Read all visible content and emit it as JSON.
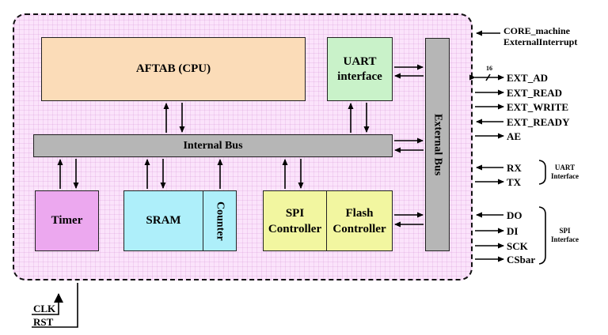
{
  "blocks": {
    "cpu": "AFTAB (CPU)",
    "uart_line1": "UART",
    "uart_line2": "interface",
    "internal_bus": "Internal Bus",
    "external_bus": "External Bus",
    "timer": "Timer",
    "sram": "SRAM",
    "counter": "Counter",
    "spi_line1": "SPI",
    "spi_line2": "Controller",
    "flash_line1": "Flash",
    "flash_line2": "Controller"
  },
  "signals": {
    "core_line1": "CORE_machine",
    "core_line2": "ExternalInterrupt",
    "bus_width": "16",
    "ext_ad": "EXT_AD",
    "ext_read": "EXT_READ",
    "ext_write": "EXT_WRITE",
    "ext_ready": "EXT_READY",
    "ae": "AE",
    "rx": "RX",
    "tx": "TX",
    "do": "DO",
    "di": "DI",
    "sck": "SCK",
    "csbar": "CSbar",
    "clk": "CLK",
    "rst": "RST"
  },
  "groups": {
    "uart_line1": "UART",
    "uart_line2": "Interface",
    "spi_line1": "SPI",
    "spi_line2": "Interface"
  },
  "colors": {
    "chip_fill": "#fbe3fb",
    "cpu": "#fbdcb8",
    "uart": "#c9f2c9",
    "bus": "#b6b6b6",
    "timer": "#eca8ef",
    "sram": "#aeeffa",
    "spi_flash": "#f2f6a0"
  }
}
